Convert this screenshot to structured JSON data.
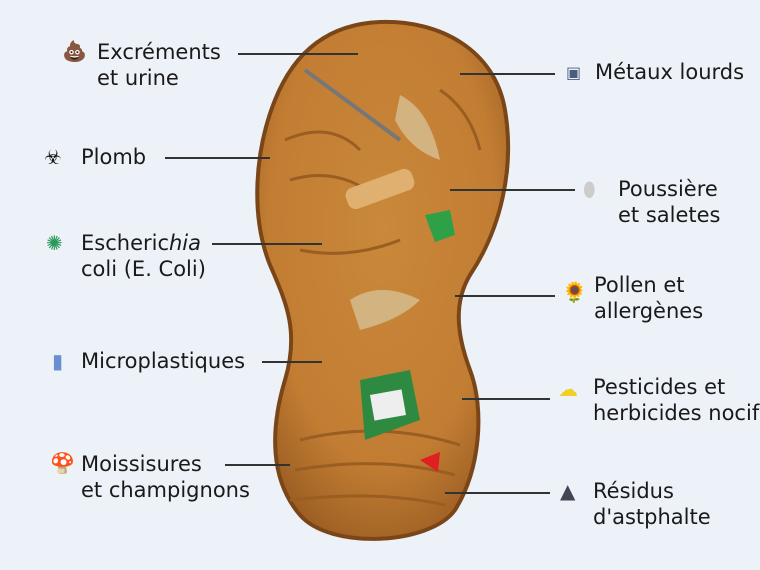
{
  "title_hidden": null,
  "labels": {
    "excrements": {
      "line1": "Excréments",
      "line2": "et urine"
    },
    "plomb": {
      "line1": "Plomb"
    },
    "ecoli": {
      "line1a": "Escheric",
      "line1b": "hia",
      "line2": "coli (E. Coli)"
    },
    "microplastiques": {
      "line1": "Microplastiques"
    },
    "moisissures": {
      "line1": "Moissisures",
      "line2": "et champignons"
    },
    "metaux": {
      "line1": "Métaux lourds"
    },
    "poussiere": {
      "line1": "Poussière",
      "line2": "et saletes"
    },
    "pollen": {
      "line1": "Pollen et",
      "line2": "allergènes"
    },
    "pesticides": {
      "line1": "Pesticides et",
      "line2": "herbicides nocifs"
    },
    "asphalte": {
      "line1": "Résidus",
      "line2": "d'astphalte"
    }
  },
  "colors": {
    "background": "#edf2f8",
    "sole": "#c98a3c",
    "sole_dark": "#8a5420",
    "line": "#333333"
  }
}
